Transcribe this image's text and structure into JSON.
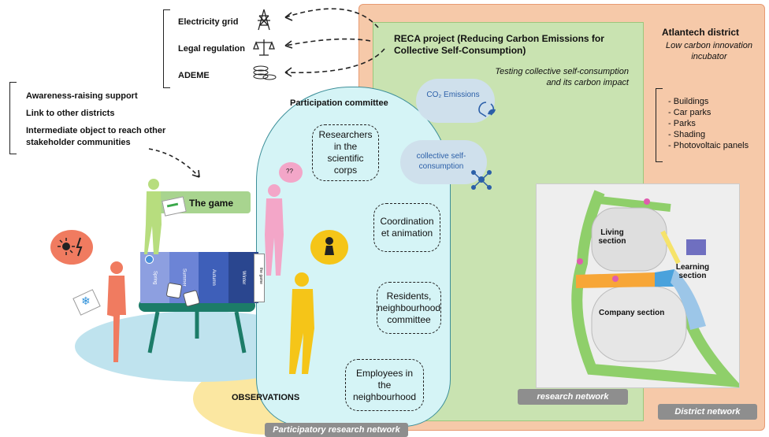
{
  "top_left_list": [
    "Electricity grid",
    "Legal regulation",
    "ADEME"
  ],
  "left_list": [
    "Awareness-raising support",
    "Link to other districts",
    "Intermediate object to reach other stakeholder communities"
  ],
  "reca": {
    "title": "RECA project (Reducing Carbon Emissions for Collective Self-Consumption)",
    "subtitle": "Testing collective self-consumption and its carbon impact"
  },
  "clouds": {
    "co2": "CO₂ Emissions",
    "self": "collective self-consumption"
  },
  "district": {
    "title": "Atlantech district",
    "subtitle": "Low carbon innovation incubator",
    "items": [
      "Buildings",
      "Car parks",
      "Parks",
      "Shading",
      "Photovoltaic panels"
    ]
  },
  "committee": {
    "title": "Participation committee",
    "boxes": [
      "Researchers in the scientific corps",
      "Coordination et animation",
      "Residents, neighbourhood committee",
      "Employees in the neighbourhood"
    ]
  },
  "game": {
    "label": "The game",
    "seasons": [
      "Spring",
      "Summer",
      "Autumn",
      "Winter"
    ],
    "pin_label": "the game"
  },
  "speech": {
    "pink": "??"
  },
  "observations": "OBSERVATIONS",
  "map": {
    "living": "Living section",
    "learning": "Learning section",
    "company": "Company section"
  },
  "tags": {
    "research": "research network",
    "district": "District network",
    "participatory": "Participatory research network"
  },
  "colors": {
    "district": "#f6c9a9",
    "research": "#c9e3b1",
    "committee": "#d5f4f6",
    "observations": "#fbe7a1",
    "game_area": "#bfe3ee"
  }
}
